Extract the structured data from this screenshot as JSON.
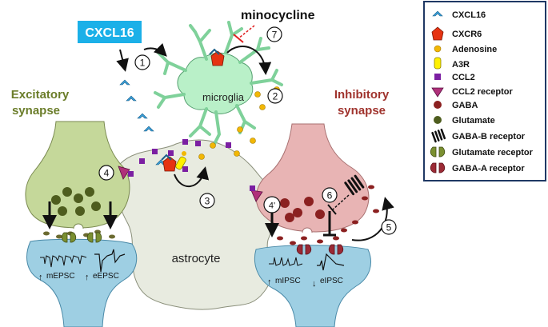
{
  "title_box": "CXCL16",
  "drug": "minocycline",
  "labels": {
    "microglia": "microglia",
    "astrocyte": "astrocyte",
    "excitatory_line1": "Excitatory",
    "excitatory_line2": "synapse",
    "inhibitory_line1": "Inhibitory",
    "inhibitory_line2": "synapse"
  },
  "steps": [
    "1",
    "2",
    "3",
    "4",
    "4'",
    "5",
    "6",
    "7"
  ],
  "traces": {
    "mEPSC": "mEPSC",
    "eEPSC": "eEPSC",
    "mIPSC": "mIPSC",
    "eIPSC": "eIPSC"
  },
  "legend": [
    {
      "label": "CXCL16",
      "icon": "chevron-icon",
      "color": "#3a9fd8"
    },
    {
      "label": "CXCR6",
      "icon": "receptor-icon",
      "color": "#e63312"
    },
    {
      "label": "Adenosine",
      "icon": "dot-icon",
      "color": "#f2b705"
    },
    {
      "label": "A3R",
      "icon": "yellow-receptor-icon",
      "color": "#fff000"
    },
    {
      "label": "CCL2",
      "icon": "square-icon",
      "color": "#7b1fa2"
    },
    {
      "label": "CCL2 receptor",
      "icon": "triangle-icon",
      "color": "#b0307a"
    },
    {
      "label": "GABA",
      "icon": "dot-icon",
      "color": "#8b2020"
    },
    {
      "label": "Glutamate",
      "icon": "dot-icon",
      "color": "#4e5d1e"
    },
    {
      "label": "GABA-B receptor",
      "icon": "gabab-icon",
      "color": "#111111"
    },
    {
      "label": "Glutamate receptor",
      "icon": "glu-receptor-icon",
      "color": "#6b7d2a"
    },
    {
      "label": "GABA-A receptor",
      "icon": "gabaa-receptor-icon",
      "color": "#8b2630"
    }
  ],
  "colors": {
    "excitatory": "#c5d89a",
    "inhibitory": "#e8b4b4",
    "postsynaptic": "#9ecfe3",
    "astrocyte": "#e8ebe0",
    "microglia": "#b9f0c8",
    "cxcl16_box": "#1bb0e8",
    "legend_border": "#1f3864"
  }
}
